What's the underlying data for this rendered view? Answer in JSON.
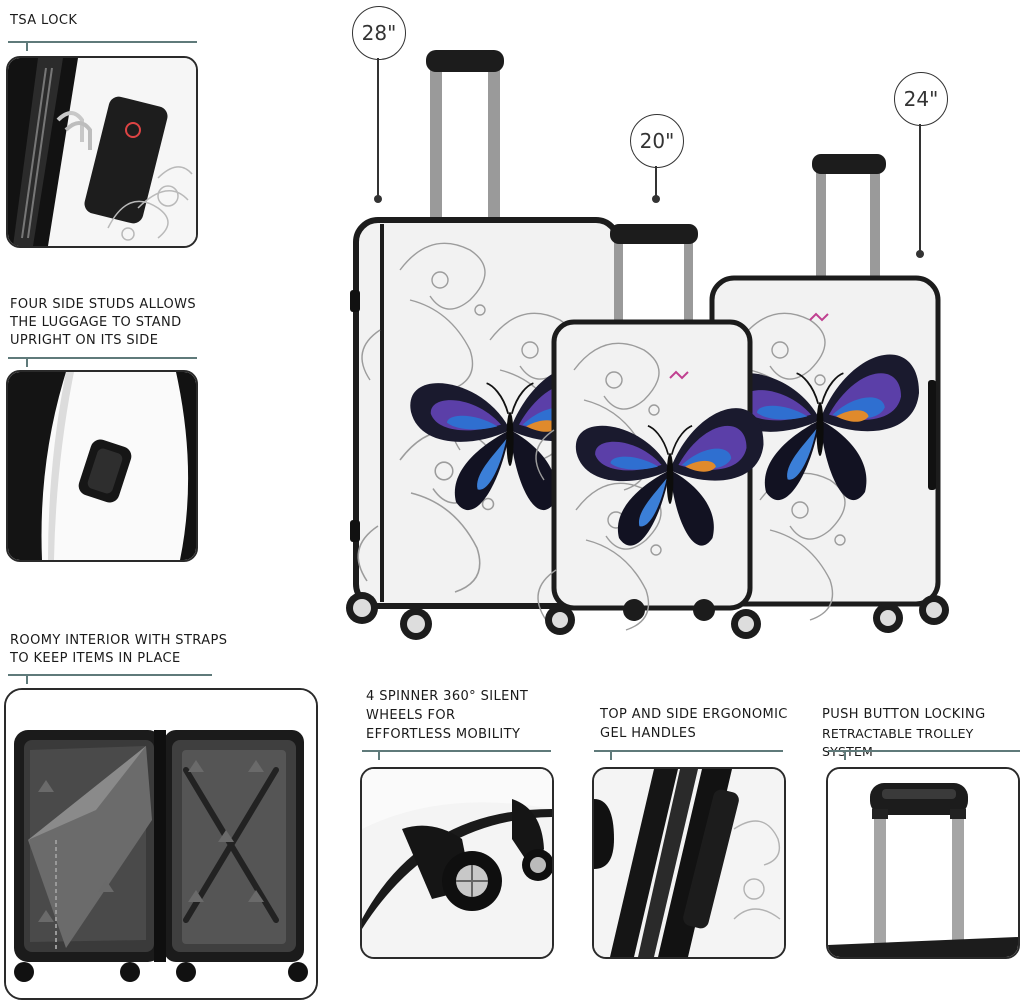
{
  "features": {
    "tsa_lock": "TSA LOCK",
    "side_studs_line1": "FOUR SIDE STUDS ALLOWS",
    "side_studs_line2": "THE LUGGAGE TO STAND",
    "side_studs_line3": "UPRIGHT ON ITS SIDE",
    "interior_line1": "ROOMY INTERIOR WITH STRAPS",
    "interior_line2": "TO KEEP ITEMS IN PLACE",
    "wheels_line1": "4 SPINNER 360° SILENT",
    "wheels_line2": "WHEELS FOR",
    "wheels_line3": "EFFORTLESS MOBILITY",
    "handles_line1": "TOP AND SIDE ERGONOMIC",
    "handles_line2": "GEL HANDLES",
    "trolley_line1": "PUSH BUTTON LOCKING",
    "trolley_line2": "RETRACTABLE TROLLEY SYSTEM"
  },
  "sizes": {
    "large": "28\"",
    "small": "20\"",
    "medium": "24\""
  },
  "colors": {
    "accent_rule": "#5f7a7a",
    "shell": "#f2f2f2",
    "trim": "#1c1c1c",
    "handle_metal": "#9a9a9a",
    "butterfly_purple": "#5b3fa8",
    "butterfly_blue": "#2f6fd0",
    "butterfly_orange": "#e08a2c"
  },
  "icons": {
    "lock": "tsa-lock-icon",
    "stud": "side-stud-icon",
    "wheel": "spinner-wheel-icon",
    "handle": "gel-handle-icon",
    "trolley": "trolley-handle-icon",
    "butterfly": "butterfly-icon"
  }
}
